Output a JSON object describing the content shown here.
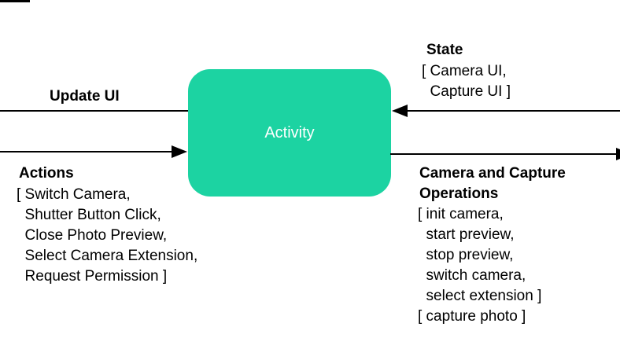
{
  "canvas": {
    "background": "#ffffff",
    "line_color": "#000000"
  },
  "node": {
    "label": "Activity",
    "fill": "#1cd3a2",
    "text_color": "#ffffff"
  },
  "arrows": {
    "update_ui": {
      "label": "Update UI",
      "direction": "left-out-of-activity"
    },
    "actions": {
      "label": "Actions",
      "direction": "into-activity",
      "items": [
        "[ Switch Camera,",
        "  Shutter Button Click,",
        "  Close Photo Preview,",
        "  Select Camera Extension,",
        "  Request Permission ]"
      ]
    },
    "state": {
      "label": "State",
      "direction": "into-activity",
      "items": [
        "[ Camera UI,",
        "  Capture UI ]"
      ]
    },
    "operations": {
      "label": "Camera and Capture Operations",
      "direction": "right-out-of-activity",
      "items": [
        "[ init camera,",
        "  start preview,",
        "  stop preview,",
        "  switch camera,",
        "  select extension ]",
        "[ capture photo ]"
      ]
    }
  }
}
